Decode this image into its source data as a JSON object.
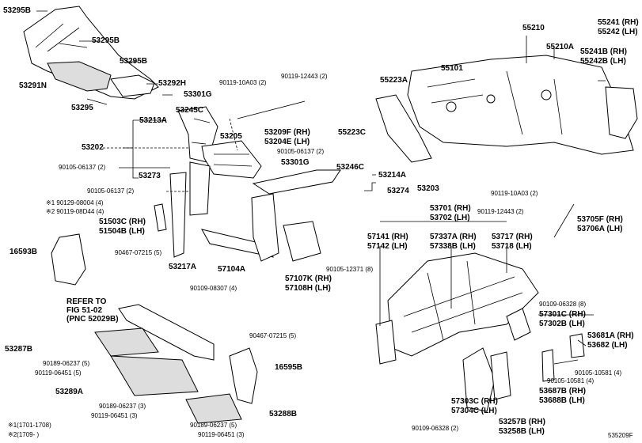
{
  "diagram_id": "535209F",
  "labels": {
    "p53295B_1": "53295B",
    "p53295B_2": "53295B",
    "p53295B_3": "53295B",
    "p53291N": "53291N",
    "p53295": "53295",
    "p53292H": "53292H",
    "p53301G_1": "53301G",
    "p53245C": "53245C",
    "p90119_10A03_a": "90119-10A03 (2)",
    "p90119_12443_a": "90119-12443 (2)",
    "p53213A": "53213A",
    "p53209F": "53209F (RH)",
    "p53204E": "53204E (LH)",
    "p53202": "53202",
    "p53205": "53205",
    "p90105_06137_a": "90105-06137 (2)",
    "p90105_06137_b": "90105-06137 (2)",
    "p53301G_2": "53301G",
    "p53246C": "53246C",
    "p53273": "53273",
    "p53214A": "53214A",
    "p90105_06137_c": "90105-06137 (2)",
    "p53274": "53274",
    "p53203": "53203",
    "p90129_08004": "※1 90129-08004 (4)",
    "p90119_08D44": "※2 90119-08D44 (4)",
    "p51503C": "51503C (RH)",
    "p51504B": "51504B (LH)",
    "p16593B": "16593B",
    "p90467_07215_a": "90467-07215 (5)",
    "p53217A": "53217A",
    "p57104A": "57104A",
    "p90109_08307": "90109-08307 (4)",
    "p90105_12371": "90105-12371 (8)",
    "p57107K": "57107K (RH)",
    "p57108H": "57108H (LH)",
    "p55210": "55210",
    "p55210A": "55210A",
    "p55241": "55241 (RH)",
    "p55242": "55242 (LH)",
    "p55241B": "55241B (RH)",
    "p55242B": "55242B (LH)",
    "p55223A": "55223A",
    "p55101": "55101",
    "p55223C": "55223C",
    "p90119_10A03_b": "90119-10A03 (2)",
    "p90119_12443_b": "90119-12443 (2)",
    "p53705F": "53705F (RH)",
    "p53706A": "53706A (LH)",
    "p53701": "53701 (RH)",
    "p53702": "53702 (LH)",
    "p57141": "57141 (RH)",
    "p57142": "57142 (LH)",
    "p57337A": "57337A (RH)",
    "p57338B": "57338B (LH)",
    "p53717": "53717 (RH)",
    "p53718": "53718 (LH)",
    "refer1": "REFER TO",
    "refer2": "FIG 51-02",
    "refer3": "(PNC 52029B)",
    "p90467_07215_b": "90467-07215 (5)",
    "p53287B": "53287B",
    "p90189_06237_a": "90189-06237 (5)",
    "p90119_06451_a": "90119-06451 (5)",
    "p16595B": "16595B",
    "p53289A": "53289A",
    "p90189_06237_b": "90189-06237 (3)",
    "p90119_06451_b": "90119-06451 (3)",
    "p53288B": "53288B",
    "p90189_06237_c": "90189-06237 (5)",
    "p90119_06451_c": "90119-06451 (3)",
    "note1": "※1(1701-1708)",
    "note2": "※2(1709-     )",
    "p90109_06328_a": "90109-06328 (8)",
    "p57301C": "57301C (RH)",
    "p57302B": "57302B (LH)",
    "p53681A": "53681A (RH)",
    "p53682": "53682 (LH)",
    "p90105_10581_a": "90105-10581 (4)",
    "p90105_10581_b": "90105-10581 (4)",
    "p53687B": "53687B (RH)",
    "p53688B": "53688B (LH)",
    "p57303C": "57303C (RH)",
    "p57304C": "57304C (LH)",
    "p53257B": "53257B (RH)",
    "p53258B": "53258B (LH)",
    "p90109_06328_b": "90109-06328 (2)"
  }
}
